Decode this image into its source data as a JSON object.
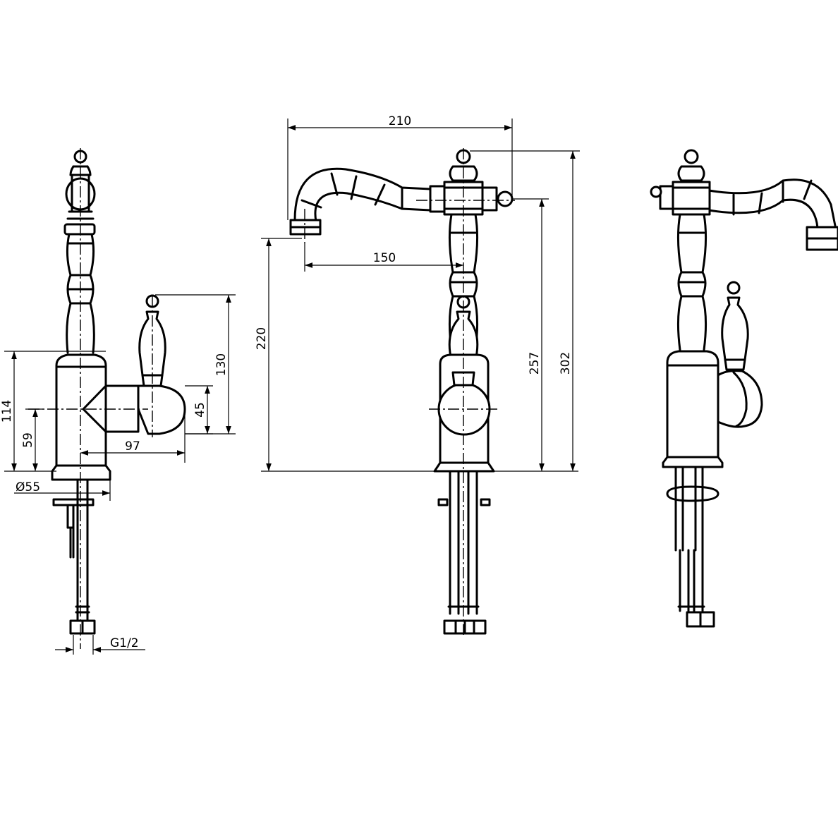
{
  "dimensions": {
    "side_view": {
      "total_base_height": "114",
      "inlet_height": "59",
      "base_diameter": "Ø55",
      "lever_reach": "97",
      "lever_body": "45",
      "handle_height": "130",
      "thread": "G1/2"
    },
    "front_view": {
      "spout_width": "210",
      "spout_reach": "150",
      "spout_outlet_height": "220",
      "spout_top_height": "257",
      "overall_height": "302"
    }
  },
  "colors": {
    "line": "#000000",
    "background": "#ffffff"
  }
}
